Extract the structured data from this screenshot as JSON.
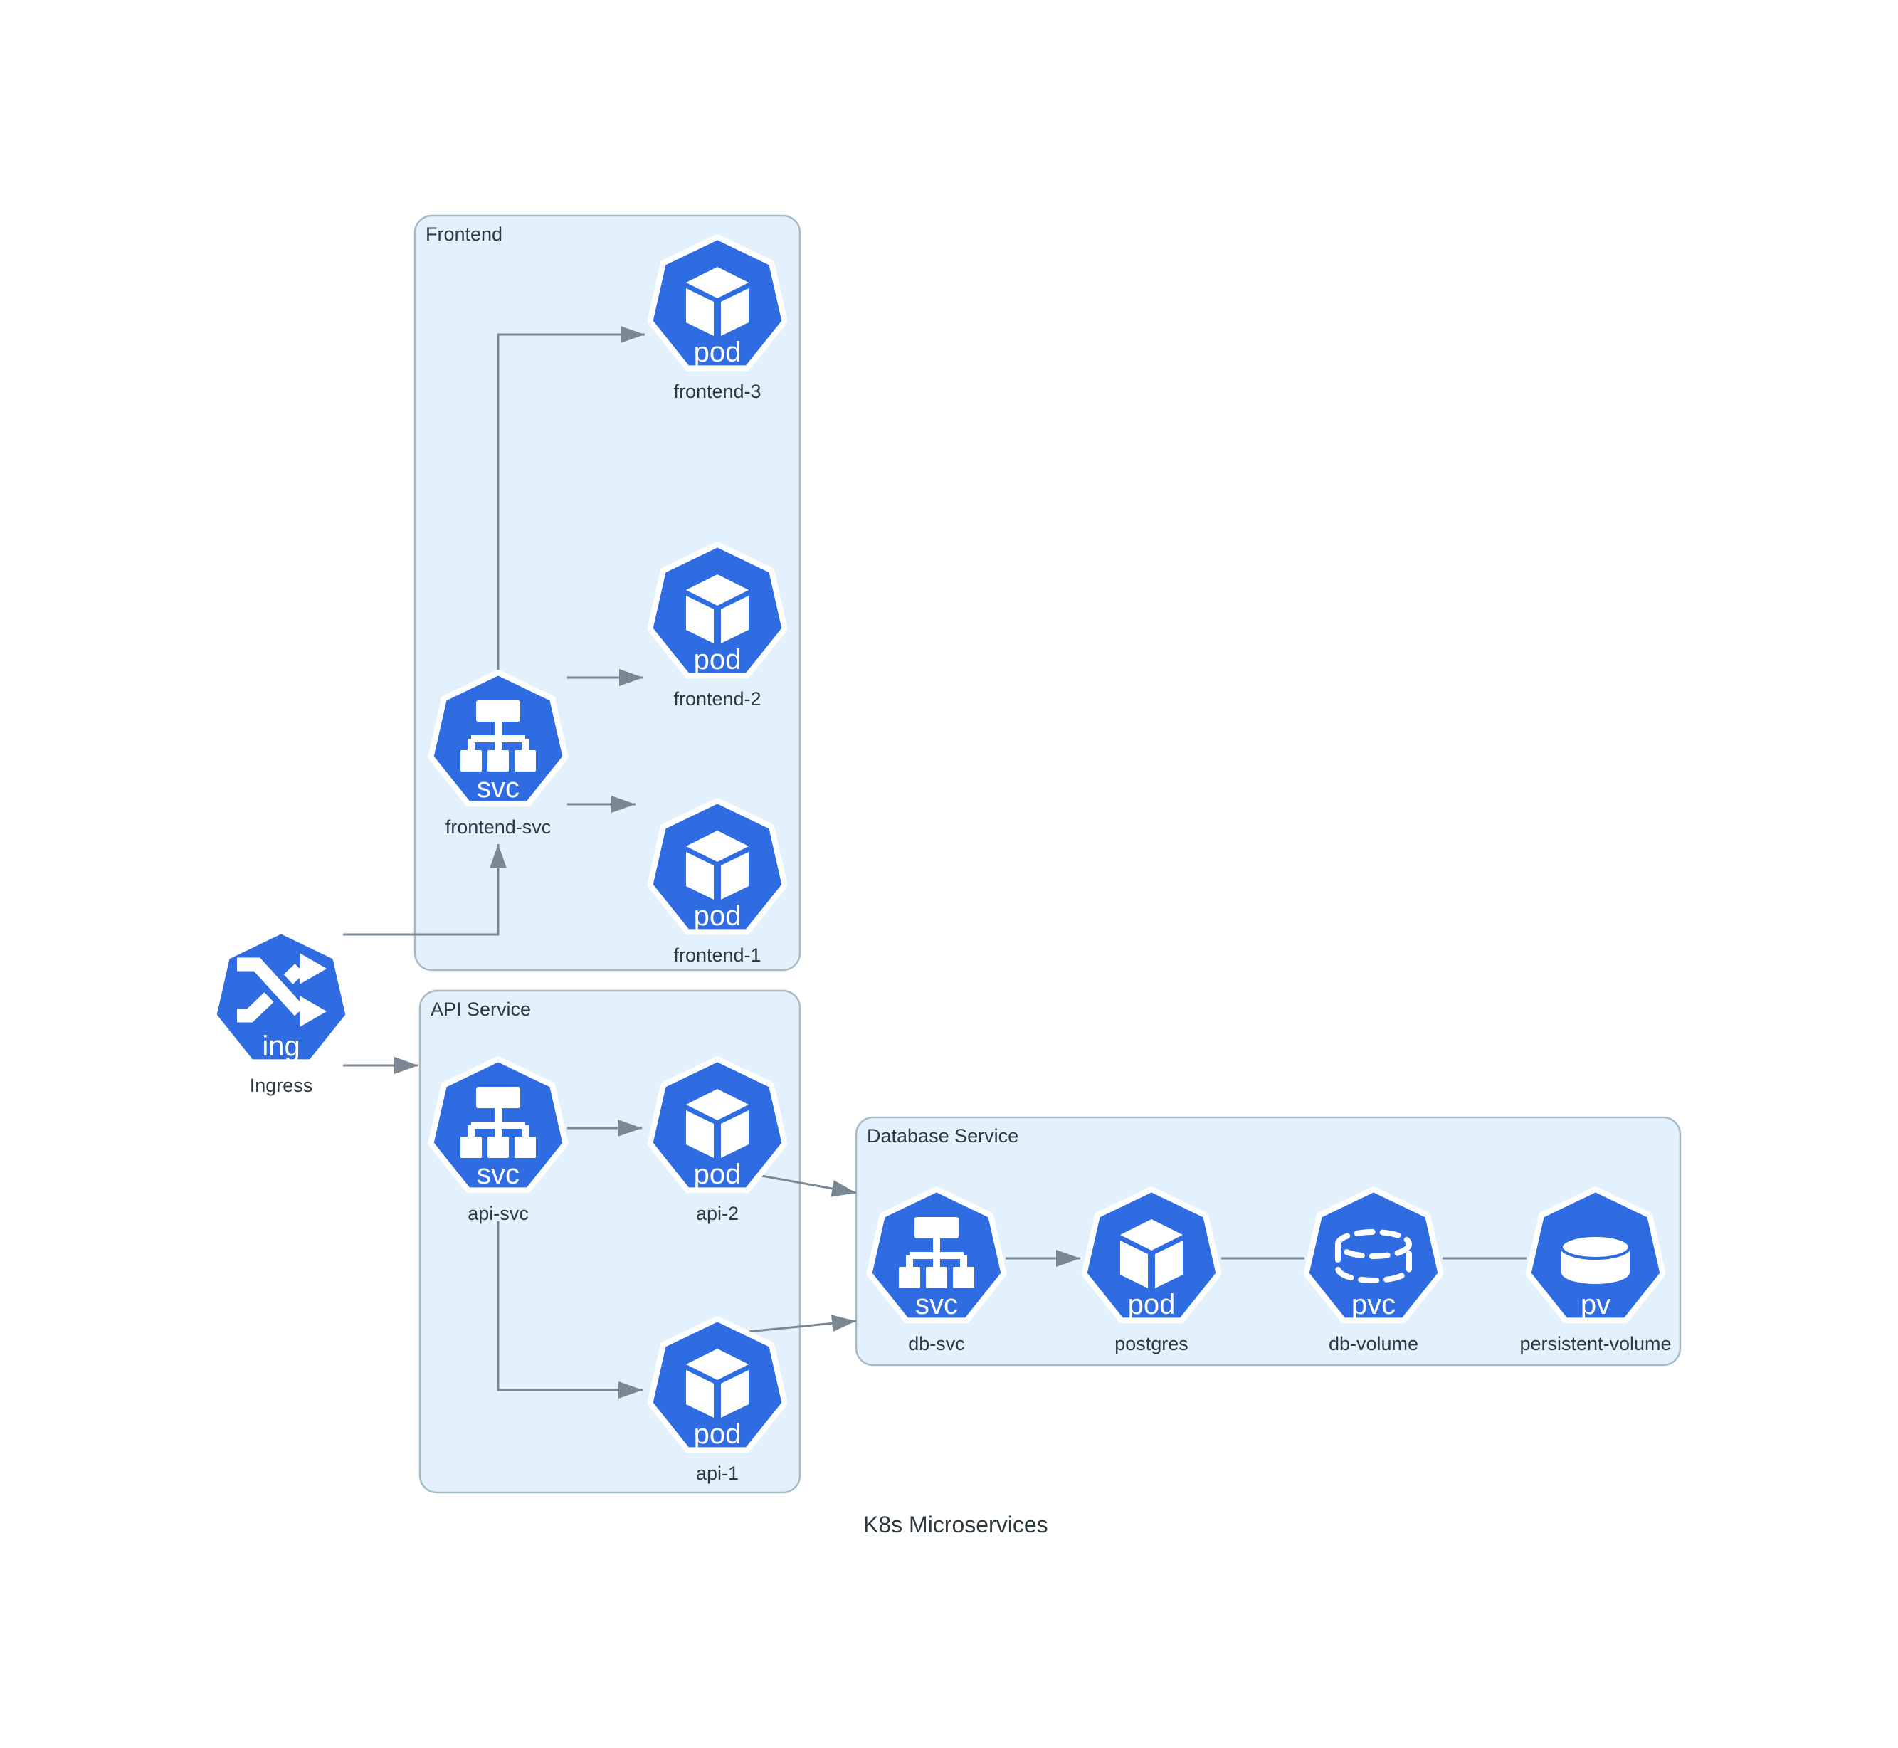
{
  "diagram_title": "K8s Microservices",
  "colors": {
    "node_fill": "#2f6ce2",
    "group_fill": "#e2f1fb",
    "group_border": "#a7bac4",
    "connector": "#7b8894",
    "label_text": "#2e3a3f",
    "node_text": "#ffffff"
  },
  "groups": {
    "frontend": {
      "label": "Frontend"
    },
    "api": {
      "label": "API Service"
    },
    "database": {
      "label": "Database Service"
    }
  },
  "nodes": {
    "ingress": {
      "kind": "ing",
      "label": "Ingress",
      "icon": "crossed-arrows-icon"
    },
    "frontend_svc": {
      "kind": "svc",
      "label": "frontend-svc",
      "icon": "service-tree-icon"
    },
    "frontend_3": {
      "kind": "pod",
      "label": "frontend-3",
      "icon": "cube-icon"
    },
    "frontend_2": {
      "kind": "pod",
      "label": "frontend-2",
      "icon": "cube-icon"
    },
    "frontend_1": {
      "kind": "pod",
      "label": "frontend-1",
      "icon": "cube-icon"
    },
    "api_svc": {
      "kind": "svc",
      "label": "api-svc",
      "icon": "service-tree-icon"
    },
    "api_2": {
      "kind": "pod",
      "label": "api-2",
      "icon": "cube-icon"
    },
    "api_1": {
      "kind": "pod",
      "label": "api-1",
      "icon": "cube-icon"
    },
    "db_svc": {
      "kind": "svc",
      "label": "db-svc",
      "icon": "service-tree-icon"
    },
    "postgres": {
      "kind": "pod",
      "label": "postgres",
      "icon": "cube-icon"
    },
    "db_volume": {
      "kind": "pvc",
      "label": "db-volume",
      "icon": "dashed-cylinder-icon"
    },
    "persistent_volume": {
      "kind": "pv",
      "label": "persistent-volume",
      "icon": "cylinder-icon"
    }
  },
  "edges": [
    {
      "from": "Ingress",
      "to": "frontend-svc",
      "arrow": true
    },
    {
      "from": "Ingress",
      "to": "API Service",
      "arrow": true
    },
    {
      "from": "frontend-svc",
      "to": "frontend-3",
      "arrow": true
    },
    {
      "from": "frontend-svc",
      "to": "frontend-2",
      "arrow": true
    },
    {
      "from": "frontend-svc",
      "to": "frontend-1",
      "arrow": true
    },
    {
      "from": "api-svc",
      "to": "api-2",
      "arrow": true
    },
    {
      "from": "api-svc",
      "to": "api-1",
      "arrow": true
    },
    {
      "from": "api-2",
      "to": "Database Service",
      "arrow": true
    },
    {
      "from": "api-1",
      "to": "Database Service",
      "arrow": true
    },
    {
      "from": "db-svc",
      "to": "postgres",
      "arrow": true
    },
    {
      "from": "postgres",
      "to": "db-volume",
      "arrow": false
    },
    {
      "from": "db-volume",
      "to": "persistent-volume",
      "arrow": false
    }
  ]
}
